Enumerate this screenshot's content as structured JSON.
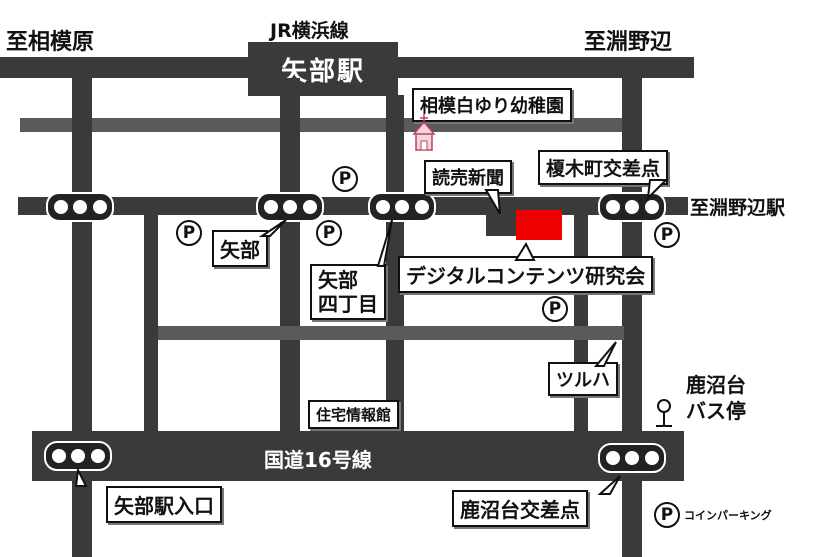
{
  "map": {
    "railway_name": "JR横浜線",
    "station_name": "矢部駅",
    "direction_left": "至相模原",
    "direction_right": "至淵野辺",
    "direction_east": "至淵野辺駅",
    "kindergarten": "相模白ゆり幼稚園",
    "yomiuri": "読売新聞",
    "enokicho_crossing": "榎木町交差点",
    "yabe_signal": "矢部",
    "yabe_4chome_line1": "矢部",
    "yabe_4chome_line2": "四丁目",
    "destination": "デジタルコンテンツ研究会",
    "tsuruha": "ツルハ",
    "bus_stop_line1": "鹿沼台",
    "bus_stop_line2": "バス停",
    "jutaku": "住宅情報館",
    "route16": "国道16号線",
    "yabe_station_entrance": "矢部駅入口",
    "kanumadai_crossing": "鹿沼台交差点",
    "parking_symbol": "P",
    "parking_legend": "コインパーキング",
    "colors": {
      "road": "#3a3a3a",
      "destination": "#ee0000",
      "church": "#c04060"
    },
    "icons": [
      "traffic-signal-icon",
      "parking-icon",
      "church-icon",
      "bus-stop-icon"
    ]
  }
}
